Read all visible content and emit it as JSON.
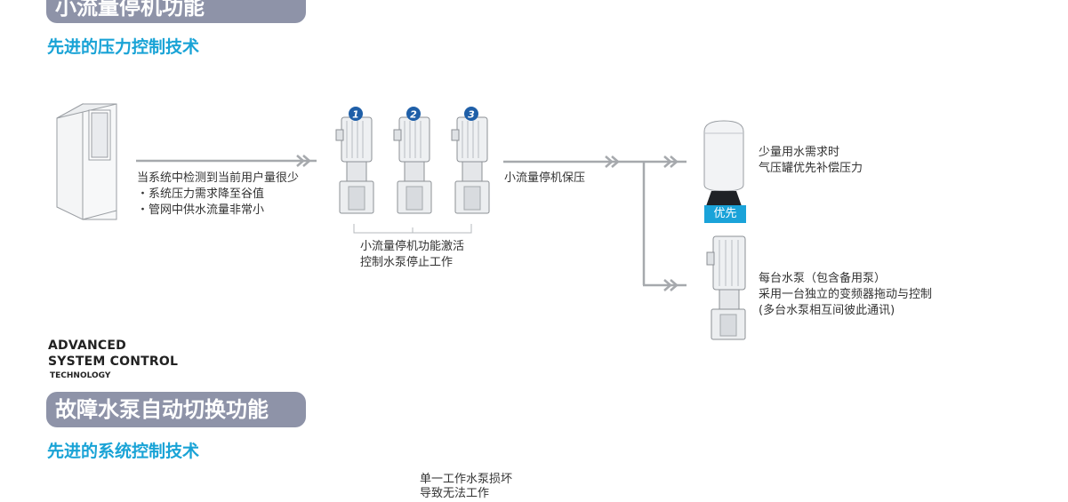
{
  "section1": {
    "title": "小流量停机功能",
    "subtitle": "先进的压力控制技术",
    "cabinet_text": {
      "line1": "当系统中检测到当前用户量很少",
      "line2": "・系统压力需求降至谷值",
      "line3": "・管网中供水流量非常小"
    },
    "pump_numbers": [
      "1",
      "2",
      "3"
    ],
    "pumps_caption": {
      "line1": "小流量停机功能激活",
      "line2": "控制水泵停止工作"
    },
    "arrow_label": "小流量停机保压",
    "tank_text": {
      "line1": "少量用水需求时",
      "line2": "气压罐优先补偿压力"
    },
    "badge": "优先",
    "pump_text": {
      "line1": "每台水泵（包含备用泵）",
      "line2": "采用一台独立的变频器拖动与控制",
      "line3": "(多台水泵相互间彼此通讯)"
    }
  },
  "brand": {
    "line1": "ADVANCED",
    "line2": "SYSTEM CONTROL",
    "line3": "TECHNOLOGY"
  },
  "section2": {
    "title": "故障水泵自动切换功能",
    "subtitle": "先进的系统控制技术",
    "caption": {
      "line1": "单一工作水泵损坏",
      "line2": "导致无法工作"
    }
  },
  "colors": {
    "pill": "#8e93a8",
    "accent_blue": "#19a3d6",
    "arrow_gray": "#a6a9ad",
    "badge_blue": "#1aa3d9",
    "pump_number_blue": "#1f5fa8"
  }
}
